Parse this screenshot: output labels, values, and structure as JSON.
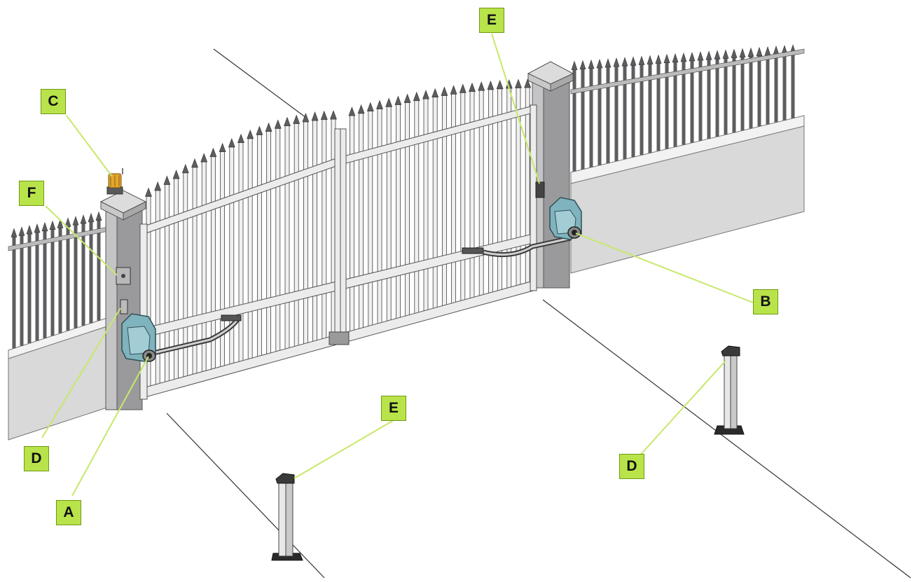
{
  "colors": {
    "callout_fill": "#b9e34a",
    "callout_line": "#c7e86a",
    "motor_body": "#7fb3bd",
    "pillar": "#9a9a9c",
    "wall": "#d8d8d8",
    "fence": "#5e5e60",
    "gate_frame": "#ececec",
    "flashing_lamp": "#e5a62b"
  },
  "labels": {
    "motor_left": "A",
    "motor_right": "B",
    "flashing_light": "C",
    "photocell_left_pillar": "D",
    "photocell_post_right": "D",
    "photocell_right_pillar": "E",
    "photocell_post_left": "E",
    "key_selector": "F"
  }
}
